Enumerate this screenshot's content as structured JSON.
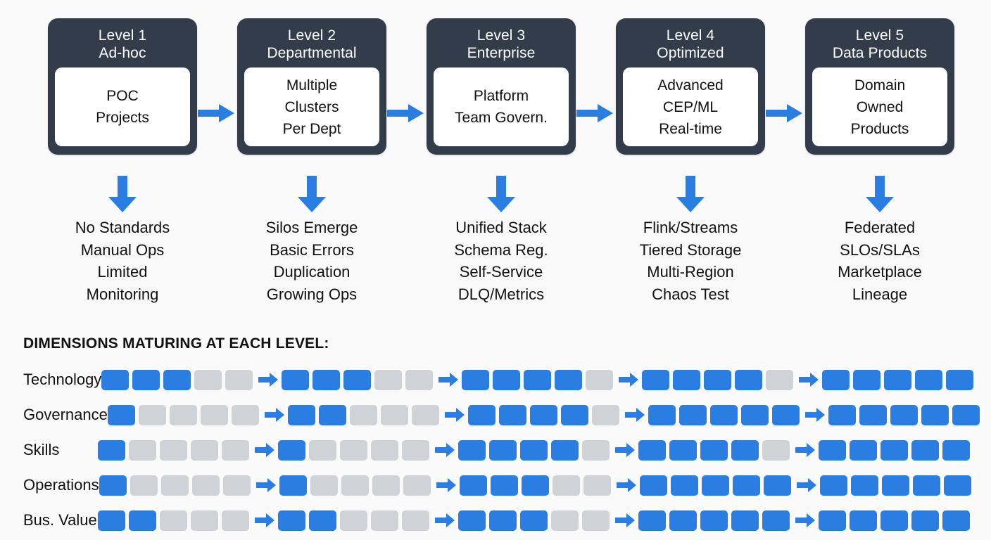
{
  "levels": [
    {
      "title_line1": "Level 1",
      "title_line2": "Ad-hoc",
      "inner": "POC\nProjects",
      "bullets": "No Standards\nManual Ops\nLimited\nMonitoring"
    },
    {
      "title_line1": "Level 2",
      "title_line2": "Departmental",
      "inner": "Multiple\nClusters\nPer Dept",
      "bullets": "Silos Emerge\nBasic Errors\nDuplication\nGrowing Ops"
    },
    {
      "title_line1": "Level 3",
      "title_line2": "Enterprise",
      "inner": "Platform\nTeam Govern.",
      "bullets": "Unified Stack\nSchema Reg.\nSelf-Service\nDLQ/Metrics"
    },
    {
      "title_line1": "Level 4",
      "title_line2": "Optimized",
      "inner": "Advanced\nCEP/ML\nReal-time",
      "bullets": "Flink/Streams\nTiered Storage\nMulti-Region\nChaos Test"
    },
    {
      "title_line1": "Level 5",
      "title_line2": "Data Products",
      "inner": "Domain\nOwned\nProducts",
      "bullets": "Federated\nSLOs/SLAs\nMarketplace\nLineage"
    }
  ],
  "dimensions_section": {
    "header": "DIMENSIONS MATURING AT EACH LEVEL:"
  },
  "chart_data": {
    "type": "heatmap",
    "title": "DIMENSIONS MATURING AT EACH LEVEL:",
    "cells_per_group": 5,
    "categories": [
      "Level 1",
      "Level 2",
      "Level 3",
      "Level 4",
      "Level 5"
    ],
    "rows": [
      "Technology",
      "Governance",
      "Skills",
      "Operations",
      "Bus. Value"
    ],
    "series": [
      {
        "name": "Technology",
        "values": [
          3,
          3,
          4,
          4,
          5
        ]
      },
      {
        "name": "Governance",
        "values": [
          1,
          2,
          4,
          5,
          5
        ]
      },
      {
        "name": "Skills",
        "values": [
          1,
          1,
          4,
          4,
          5
        ]
      },
      {
        "name": "Operations",
        "values": [
          1,
          1,
          3,
          5,
          5
        ]
      },
      {
        "name": "Bus. Value",
        "values": [
          2,
          2,
          3,
          5,
          5
        ]
      }
    ],
    "ylim": [
      0,
      5
    ],
    "xlabel": "",
    "ylabel": "",
    "grid": false,
    "legend": "none"
  },
  "colors": {
    "box_dark": "#323c4a",
    "accent_blue": "#2a7de1",
    "cell_on": "#2a7de1",
    "cell_off": "#cfd3d8",
    "background": "#fafafa",
    "inner_white": "#ffffff"
  },
  "icons": {
    "flow_arrow": "arrow-right-icon",
    "down_arrow": "arrow-down-icon",
    "step_arrow": "arrow-right-small-icon"
  }
}
